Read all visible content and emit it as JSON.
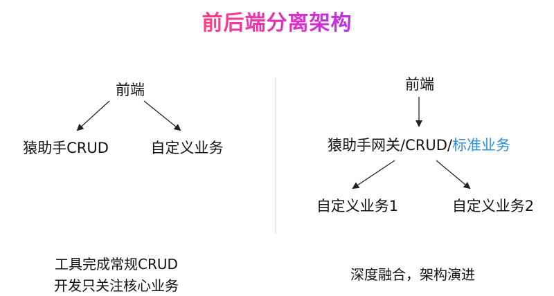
{
  "title": "前后端分离架构",
  "colors": {
    "title_gradient": [
      "#ff3d7f",
      "#c02cf0"
    ],
    "highlight": "#2f8fe0",
    "divider": "#dddddd",
    "arrow": "#222222"
  },
  "left": {
    "root": "前端",
    "child_1": "猿助手CRUD",
    "child_2": "自定义业务",
    "caption_line_1": "工具完成常规CRUD",
    "caption_line_2": "开发只关注核心业务"
  },
  "right": {
    "root": "前端",
    "middle_prefix": "猿助手网关/CRUD/",
    "middle_highlight": "标准业务",
    "child_1": "自定义业务1",
    "child_2": "自定义业务2",
    "caption": "深度融合，架构演进"
  }
}
